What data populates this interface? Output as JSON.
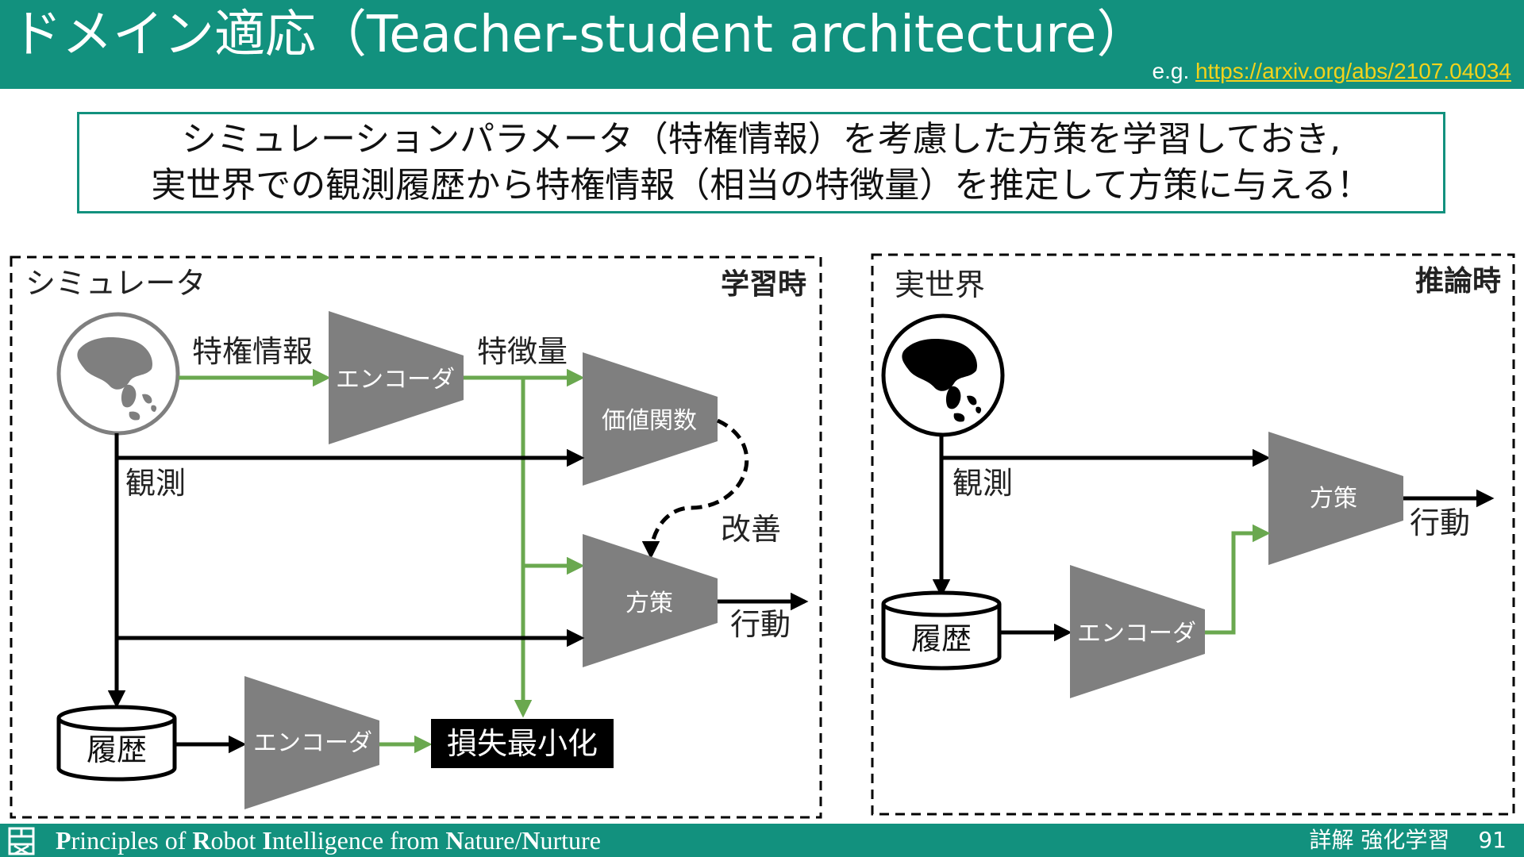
{
  "header": {
    "title": "ドメイン適応（Teacher-student architecture）",
    "ref_prefix": "e.g. ",
    "ref_link": "https://arxiv.org/abs/2107.04034"
  },
  "summary": {
    "line1": "シミュレーションパラメータ（特権情報）を考慮した方策を学習しておき,",
    "line2": "実世界での観測履歴から特権情報（相当の特徴量）を推定して方策に与える！"
  },
  "left_panel": {
    "title": "シミュレータ",
    "badge": "学習時",
    "label_privileged": "特権情報",
    "label_feature": "特徴量",
    "label_observation": "観測",
    "label_improve": "改善",
    "label_action": "行動",
    "encoder_top": "エンコーダ",
    "encoder_bottom": "エンコーダ",
    "value_fn": "価値関数",
    "policy": "方策",
    "history": "履歴",
    "loss": "損失最小化"
  },
  "right_panel": {
    "title": "実世界",
    "badge": "推論時",
    "label_observation": "観測",
    "label_action": "行動",
    "policy": "方策",
    "encoder": "エンコーダ",
    "history": "履歴"
  },
  "footer": {
    "p1": "P",
    "p1r": "rinciples of ",
    "p2": "R",
    "p2r": "obot ",
    "p3": "I",
    "p3r": "ntelligence from ",
    "p4": "N",
    "p4r": "ature/",
    "p5": "N",
    "p5r": "urture",
    "course": "詳解 強化学習",
    "page": "91"
  },
  "colors": {
    "teal": "#12917e",
    "green_arrow": "#6aa84f",
    "block_gray": "#7f7f7f",
    "link_yellow": "#f3d21b"
  }
}
